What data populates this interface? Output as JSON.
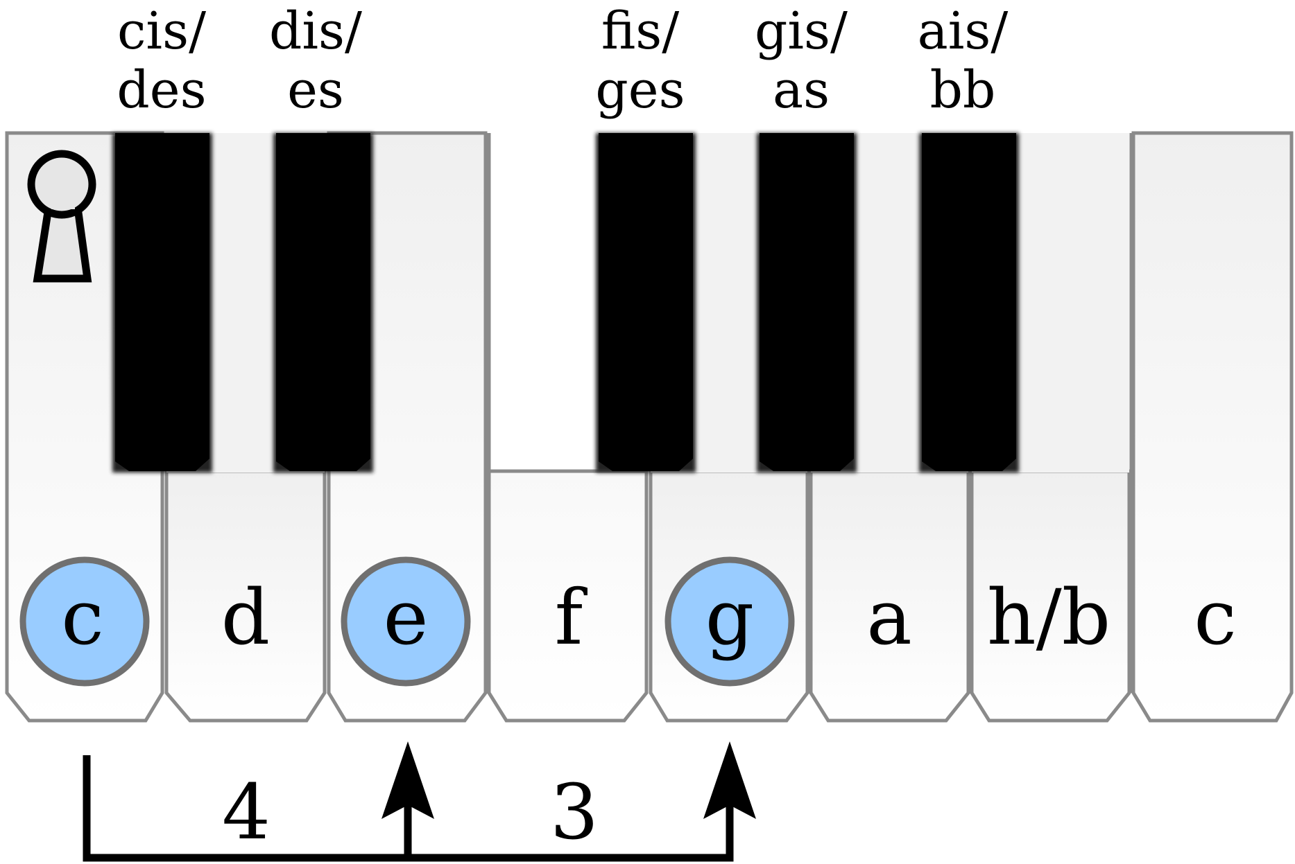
{
  "black_keys": [
    {
      "line1": "cis/",
      "line2": "des"
    },
    {
      "line1": "dis/",
      "line2": "es"
    },
    {
      "line1": "fis/",
      "line2": "ges"
    },
    {
      "line1": "gis/",
      "line2": "as"
    },
    {
      "line1": "ais/",
      "line2": "bb"
    }
  ],
  "white_keys": [
    {
      "label": "c",
      "highlighted": true
    },
    {
      "label": "d",
      "highlighted": false
    },
    {
      "label": "e",
      "highlighted": true
    },
    {
      "label": "f",
      "highlighted": false
    },
    {
      "label": "g",
      "highlighted": true
    },
    {
      "label": "a",
      "highlighted": false
    },
    {
      "label": "h/b",
      "highlighted": false
    },
    {
      "label": "c",
      "highlighted": false
    }
  ],
  "intervals": [
    {
      "label": "4"
    },
    {
      "label": "3"
    }
  ],
  "colors": {
    "highlight_fill": "#99ccff",
    "highlight_stroke": "#707070",
    "key_outline": "#8a8a8a",
    "black_key": "#000000",
    "white_key": "#f6f6f6"
  },
  "icons": {
    "root_marker": "keyhole-icon"
  }
}
